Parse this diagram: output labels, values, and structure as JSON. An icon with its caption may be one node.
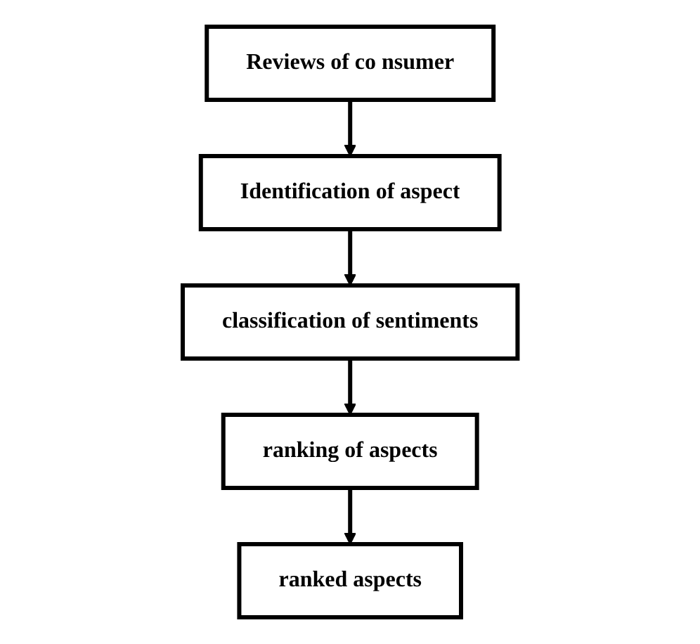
{
  "diagram": {
    "nodes": [
      {
        "text": [
          "Reviews of co nsumer"
        ]
      },
      {
        "text": [
          "Identification of aspect"
        ]
      },
      {
        "text": [
          "classification of sentiments"
        ]
      },
      {
        "text": [
          "ranking of aspects"
        ]
      },
      {
        "text": [
          "ranked aspects"
        ]
      }
    ],
    "edges": [
      {
        "from": 0,
        "to": 1,
        "arrow": "to"
      },
      {
        "from": 1,
        "to": 2,
        "arrow": "to"
      },
      {
        "from": 2,
        "to": 3,
        "arrow": "to"
      },
      {
        "from": 3,
        "to": 4,
        "arrow": "to"
      }
    ]
  }
}
